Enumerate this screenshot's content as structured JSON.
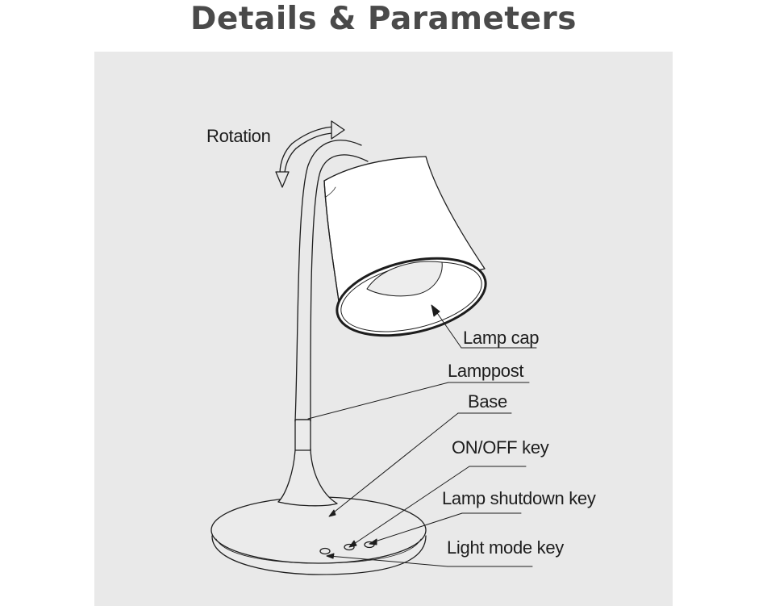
{
  "page": {
    "title": "Details & Parameters"
  },
  "colors": {
    "panel": "#e9e9e9",
    "title": "#4a4a4a",
    "ink": "#1d1d1d"
  },
  "labels": {
    "rotation": "Rotation",
    "lamp_cap": "Lamp cap",
    "lamppost": "Lamppost",
    "base": "Base",
    "on_off_key": "ON/OFF key",
    "lamp_shutdown_key": "Lamp shutdown key",
    "light_mode_key": "Light mode key"
  }
}
